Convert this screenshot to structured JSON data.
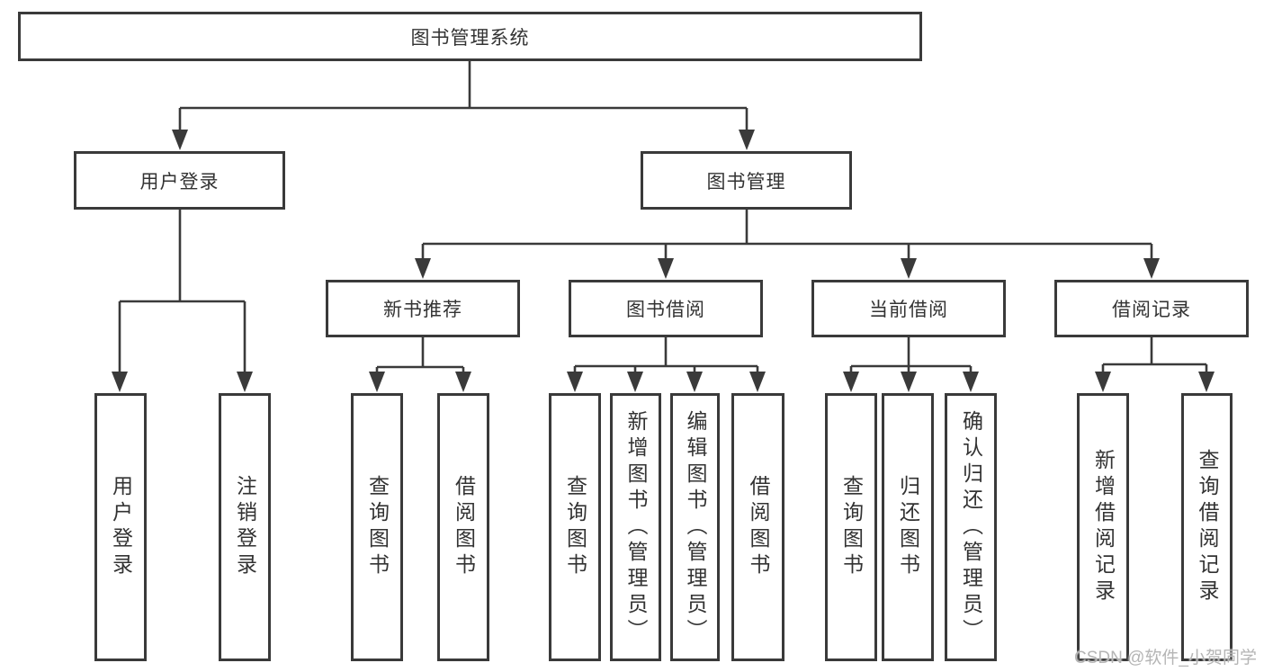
{
  "diagram_title": "图书管理系统",
  "colors": {
    "line": "#3a3a3a",
    "text": "#333333",
    "background": "#ffffff",
    "watermark": "#b5b5b5"
  },
  "watermark": "CSDN @软件_小贺同学",
  "tree": {
    "label": "图书管理系统",
    "children": [
      {
        "label": "用户登录",
        "children": [
          {
            "label": "用户登录"
          },
          {
            "label": "注销登录"
          }
        ]
      },
      {
        "label": "图书管理",
        "children": [
          {
            "label": "新书推荐",
            "children": [
              {
                "label": "查询图书"
              },
              {
                "label": "借阅图书"
              }
            ]
          },
          {
            "label": "图书借阅",
            "children": [
              {
                "label": "查询图书"
              },
              {
                "label": "新增图书（管理员）"
              },
              {
                "label": "编辑图书（管理员）"
              },
              {
                "label": "借阅图书"
              }
            ]
          },
          {
            "label": "当前借阅",
            "children": [
              {
                "label": "查询图书"
              },
              {
                "label": "归还图书"
              },
              {
                "label": "确认归还（管理员）"
              }
            ]
          },
          {
            "label": "借阅记录",
            "children": [
              {
                "label": "新增借阅记录"
              },
              {
                "label": "查询借阅记录"
              }
            ]
          }
        ]
      }
    ]
  }
}
